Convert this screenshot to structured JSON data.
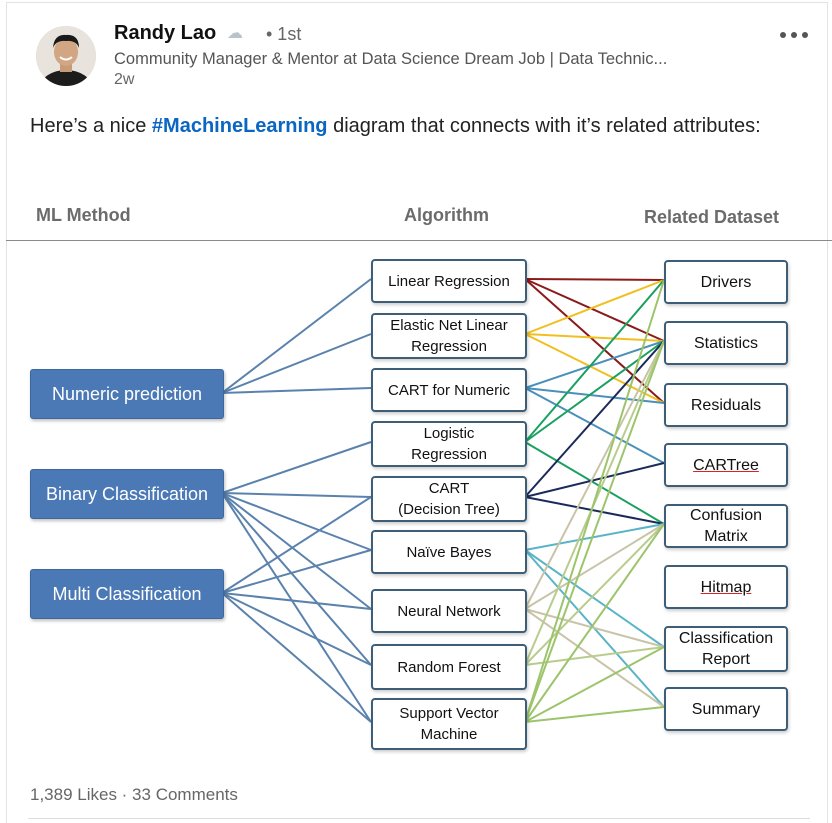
{
  "post": {
    "author": "Randy Lao",
    "degree": "• 1st",
    "headline": "Community Manager & Mentor at Data Science Dream Job | Data Technic...",
    "age": "2w",
    "text_before": "Here’s a nice ",
    "hashtag": "#MachineLearning",
    "text_after": " diagram that connects with it’s related attributes:",
    "stats": "1,389 Likes · 33 Comments"
  },
  "diagram": {
    "headers": {
      "method": "ML Method",
      "algorithm": "Algorithm",
      "dataset": "Related Dataset"
    },
    "methods": [
      "Numeric prediction",
      "Binary Classification",
      "Multi Classification"
    ],
    "algorithms": [
      "Linear Regression",
      "Elastic Net Linear\nRegression",
      "CART for Numeric",
      "Logistic\nRegression",
      "CART\n(Decision Tree)",
      "Naïve Bayes",
      "Neural Network",
      "Random Forest",
      "Support Vector\nMachine"
    ],
    "datasets": [
      "Drivers",
      "Statistics",
      "Residuals",
      "CARTree",
      "Confusion\nMatrix",
      "Hitmap",
      "Classification\nReport",
      "Summary"
    ],
    "method_links": [
      [
        0,
        0
      ],
      [
        0,
        1
      ],
      [
        0,
        2
      ],
      [
        1,
        3
      ],
      [
        1,
        4
      ],
      [
        1,
        5
      ],
      [
        1,
        6
      ],
      [
        1,
        7
      ],
      [
        1,
        8
      ],
      [
        2,
        4
      ],
      [
        2,
        5
      ],
      [
        2,
        6
      ],
      [
        2,
        7
      ],
      [
        2,
        8
      ]
    ],
    "dataset_links": [
      {
        "a": 0,
        "d": 0,
        "color": "#8b1a1a"
      },
      {
        "a": 0,
        "d": 1,
        "color": "#8b1a1a"
      },
      {
        "a": 0,
        "d": 2,
        "color": "#8b1a1a"
      },
      {
        "a": 1,
        "d": 0,
        "color": "#f0c020"
      },
      {
        "a": 1,
        "d": 1,
        "color": "#f0c020"
      },
      {
        "a": 1,
        "d": 2,
        "color": "#f0c020"
      },
      {
        "a": 2,
        "d": 1,
        "color": "#4a90b8"
      },
      {
        "a": 2,
        "d": 2,
        "color": "#4a90b8"
      },
      {
        "a": 2,
        "d": 3,
        "color": "#4a90b8"
      },
      {
        "a": 3,
        "d": 0,
        "color": "#1aa060"
      },
      {
        "a": 3,
        "d": 1,
        "color": "#1aa060"
      },
      {
        "a": 3,
        "d": 4,
        "color": "#1aa060"
      },
      {
        "a": 4,
        "d": 1,
        "color": "#1a2a5a"
      },
      {
        "a": 4,
        "d": 3,
        "color": "#1a2a5a"
      },
      {
        "a": 4,
        "d": 4,
        "color": "#1a2a5a"
      },
      {
        "a": 5,
        "d": 4,
        "color": "#5ab4c8"
      },
      {
        "a": 5,
        "d": 6,
        "color": "#5ab4c8"
      },
      {
        "a": 5,
        "d": 7,
        "color": "#5ab4c8"
      },
      {
        "a": 6,
        "d": 1,
        "color": "#c8c4a8"
      },
      {
        "a": 6,
        "d": 4,
        "color": "#c8c4a8"
      },
      {
        "a": 6,
        "d": 6,
        "color": "#c8c4a8"
      },
      {
        "a": 6,
        "d": 7,
        "color": "#c8c4a8"
      },
      {
        "a": 7,
        "d": 1,
        "color": "#b8cc8c"
      },
      {
        "a": 7,
        "d": 4,
        "color": "#b8cc8c"
      },
      {
        "a": 7,
        "d": 6,
        "color": "#b8cc8c"
      },
      {
        "a": 8,
        "d": 0,
        "color": "#9cc46a"
      },
      {
        "a": 8,
        "d": 1,
        "color": "#9cc46a"
      },
      {
        "a": 8,
        "d": 4,
        "color": "#9cc46a"
      },
      {
        "a": 8,
        "d": 6,
        "color": "#9cc46a"
      },
      {
        "a": 8,
        "d": 7,
        "color": "#9cc46a"
      }
    ],
    "method_link_color": "#5a82ad"
  }
}
